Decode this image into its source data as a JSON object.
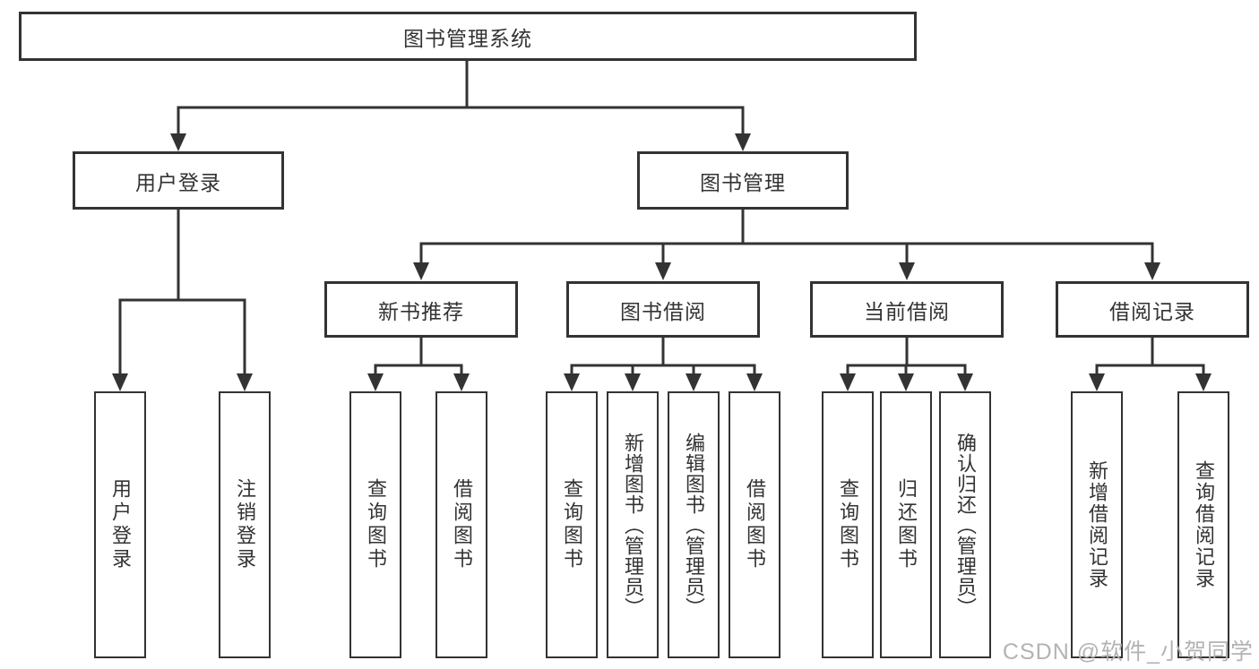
{
  "diagram": {
    "watermark": "CSDN @软件_小贺同学",
    "colors": {
      "line": "#333333",
      "text": "#333333",
      "box_bg": "#ffffff",
      "watermark": "#b3b3b3",
      "background": "#ffffff"
    },
    "nodes": {
      "root": {
        "label": "图书管理系统"
      },
      "user_login": {
        "label": "用户登录"
      },
      "book_mgmt": {
        "label": "图书管理"
      },
      "new_book": {
        "label": "新书推荐"
      },
      "book_borrow": {
        "label": "图书借阅"
      },
      "cur_borrow": {
        "label": "当前借阅"
      },
      "borrow_record": {
        "label": "借阅记录"
      },
      "leaf_user_login": {
        "label": "用户登录"
      },
      "leaf_logout": {
        "label": "注销登录"
      },
      "leaf_query_book_1": {
        "label": "查询图书"
      },
      "leaf_borrow_book_1": {
        "label": "借阅图书"
      },
      "leaf_query_book_2": {
        "label": "查询图书"
      },
      "leaf_add_book": {
        "label": "新增图书（管理员）"
      },
      "leaf_edit_book": {
        "label": "编辑图书（管理员）"
      },
      "leaf_borrow_book_2": {
        "label": "借阅图书"
      },
      "leaf_query_book_3": {
        "label": "查询图书"
      },
      "leaf_return_book": {
        "label": "归还图书"
      },
      "leaf_confirm_return": {
        "label": "确认归还（管理员）"
      },
      "leaf_add_record": {
        "label": "新增借阅记录"
      },
      "leaf_query_record": {
        "label": "查询借阅记录"
      }
    }
  }
}
